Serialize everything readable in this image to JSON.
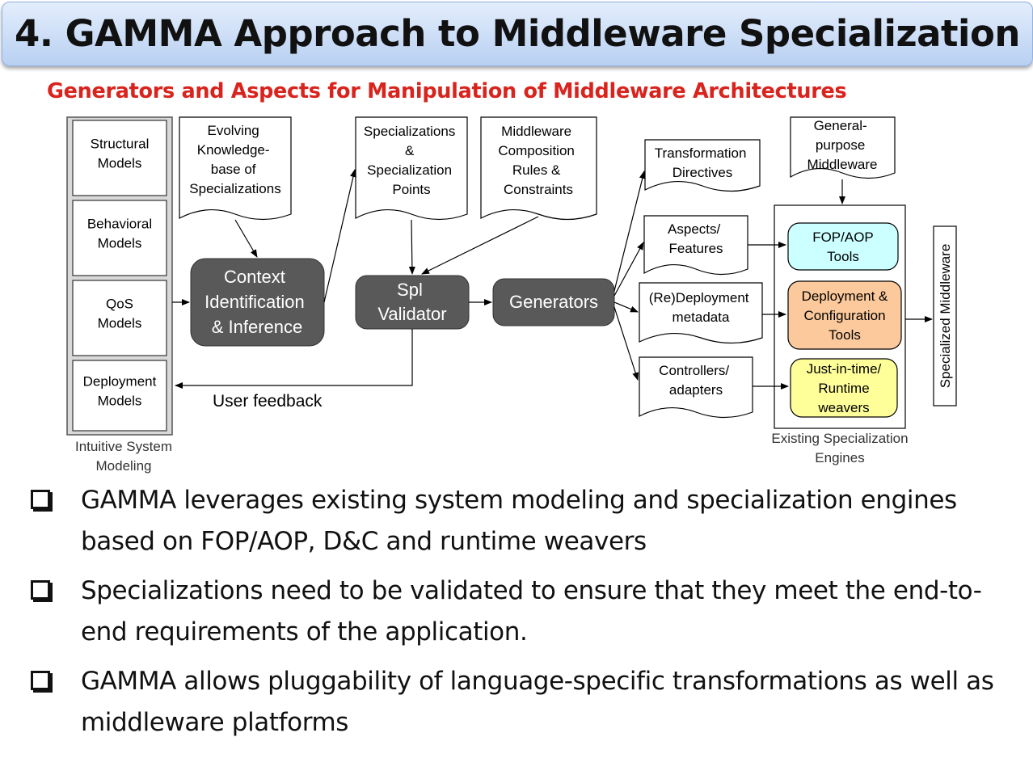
{
  "title": "4. GAMMA Approach to Middleware Specialization",
  "subtitle": "Generators and Aspects for Manipulation of Middleware Architectures",
  "diagram": {
    "models": [
      "Structural Models",
      "Behavioral Models",
      "QoS Models",
      "Deployment Models"
    ],
    "models_caption": [
      "Intuitive System",
      "Modeling"
    ],
    "doc_evolving": [
      "Evolving",
      "Knowledge-",
      "base of",
      "Specializations"
    ],
    "context": [
      "Context",
      "Identification",
      "& Inference"
    ],
    "doc_specializations": [
      "Specializations",
      "&",
      "Specialization",
      "Points"
    ],
    "doc_composition": [
      "Middleware",
      "Composition",
      "Rules &",
      "Constraints"
    ],
    "validator": [
      "Spl",
      "Validator"
    ],
    "generators": "Generators",
    "user_feedback": "User feedback",
    "outputs": [
      [
        "Transformation",
        "Directives"
      ],
      [
        "Aspects/",
        "Features"
      ],
      [
        "(Re)Deployment",
        "metadata"
      ],
      [
        "Controllers/",
        "adapters"
      ]
    ],
    "doc_general": [
      "General-",
      "purpose",
      "Middleware"
    ],
    "engines": [
      {
        "lines": [
          "FOP/AOP",
          "Tools"
        ],
        "color": "#ccffff"
      },
      {
        "lines": [
          "Deployment &",
          "Configuration",
          "Tools"
        ],
        "color": "#fbc99b"
      },
      {
        "lines": [
          "Just-in-time/",
          "Runtime",
          "weavers"
        ],
        "color": "#ffff99"
      }
    ],
    "engines_caption": [
      "Existing Specialization",
      "Engines"
    ],
    "specialized": "Specialized Middleware",
    "dark_fill": "#595959"
  },
  "bullets": [
    "GAMMA leverages existing system modeling and specialization engines based on FOP/AOP, D&C and runtime weavers",
    "Specializations need to be validated to ensure that they meet the end-to-end requirements of the application.",
    "GAMMA allows pluggability of language-specific transformations as well as middleware platforms"
  ]
}
